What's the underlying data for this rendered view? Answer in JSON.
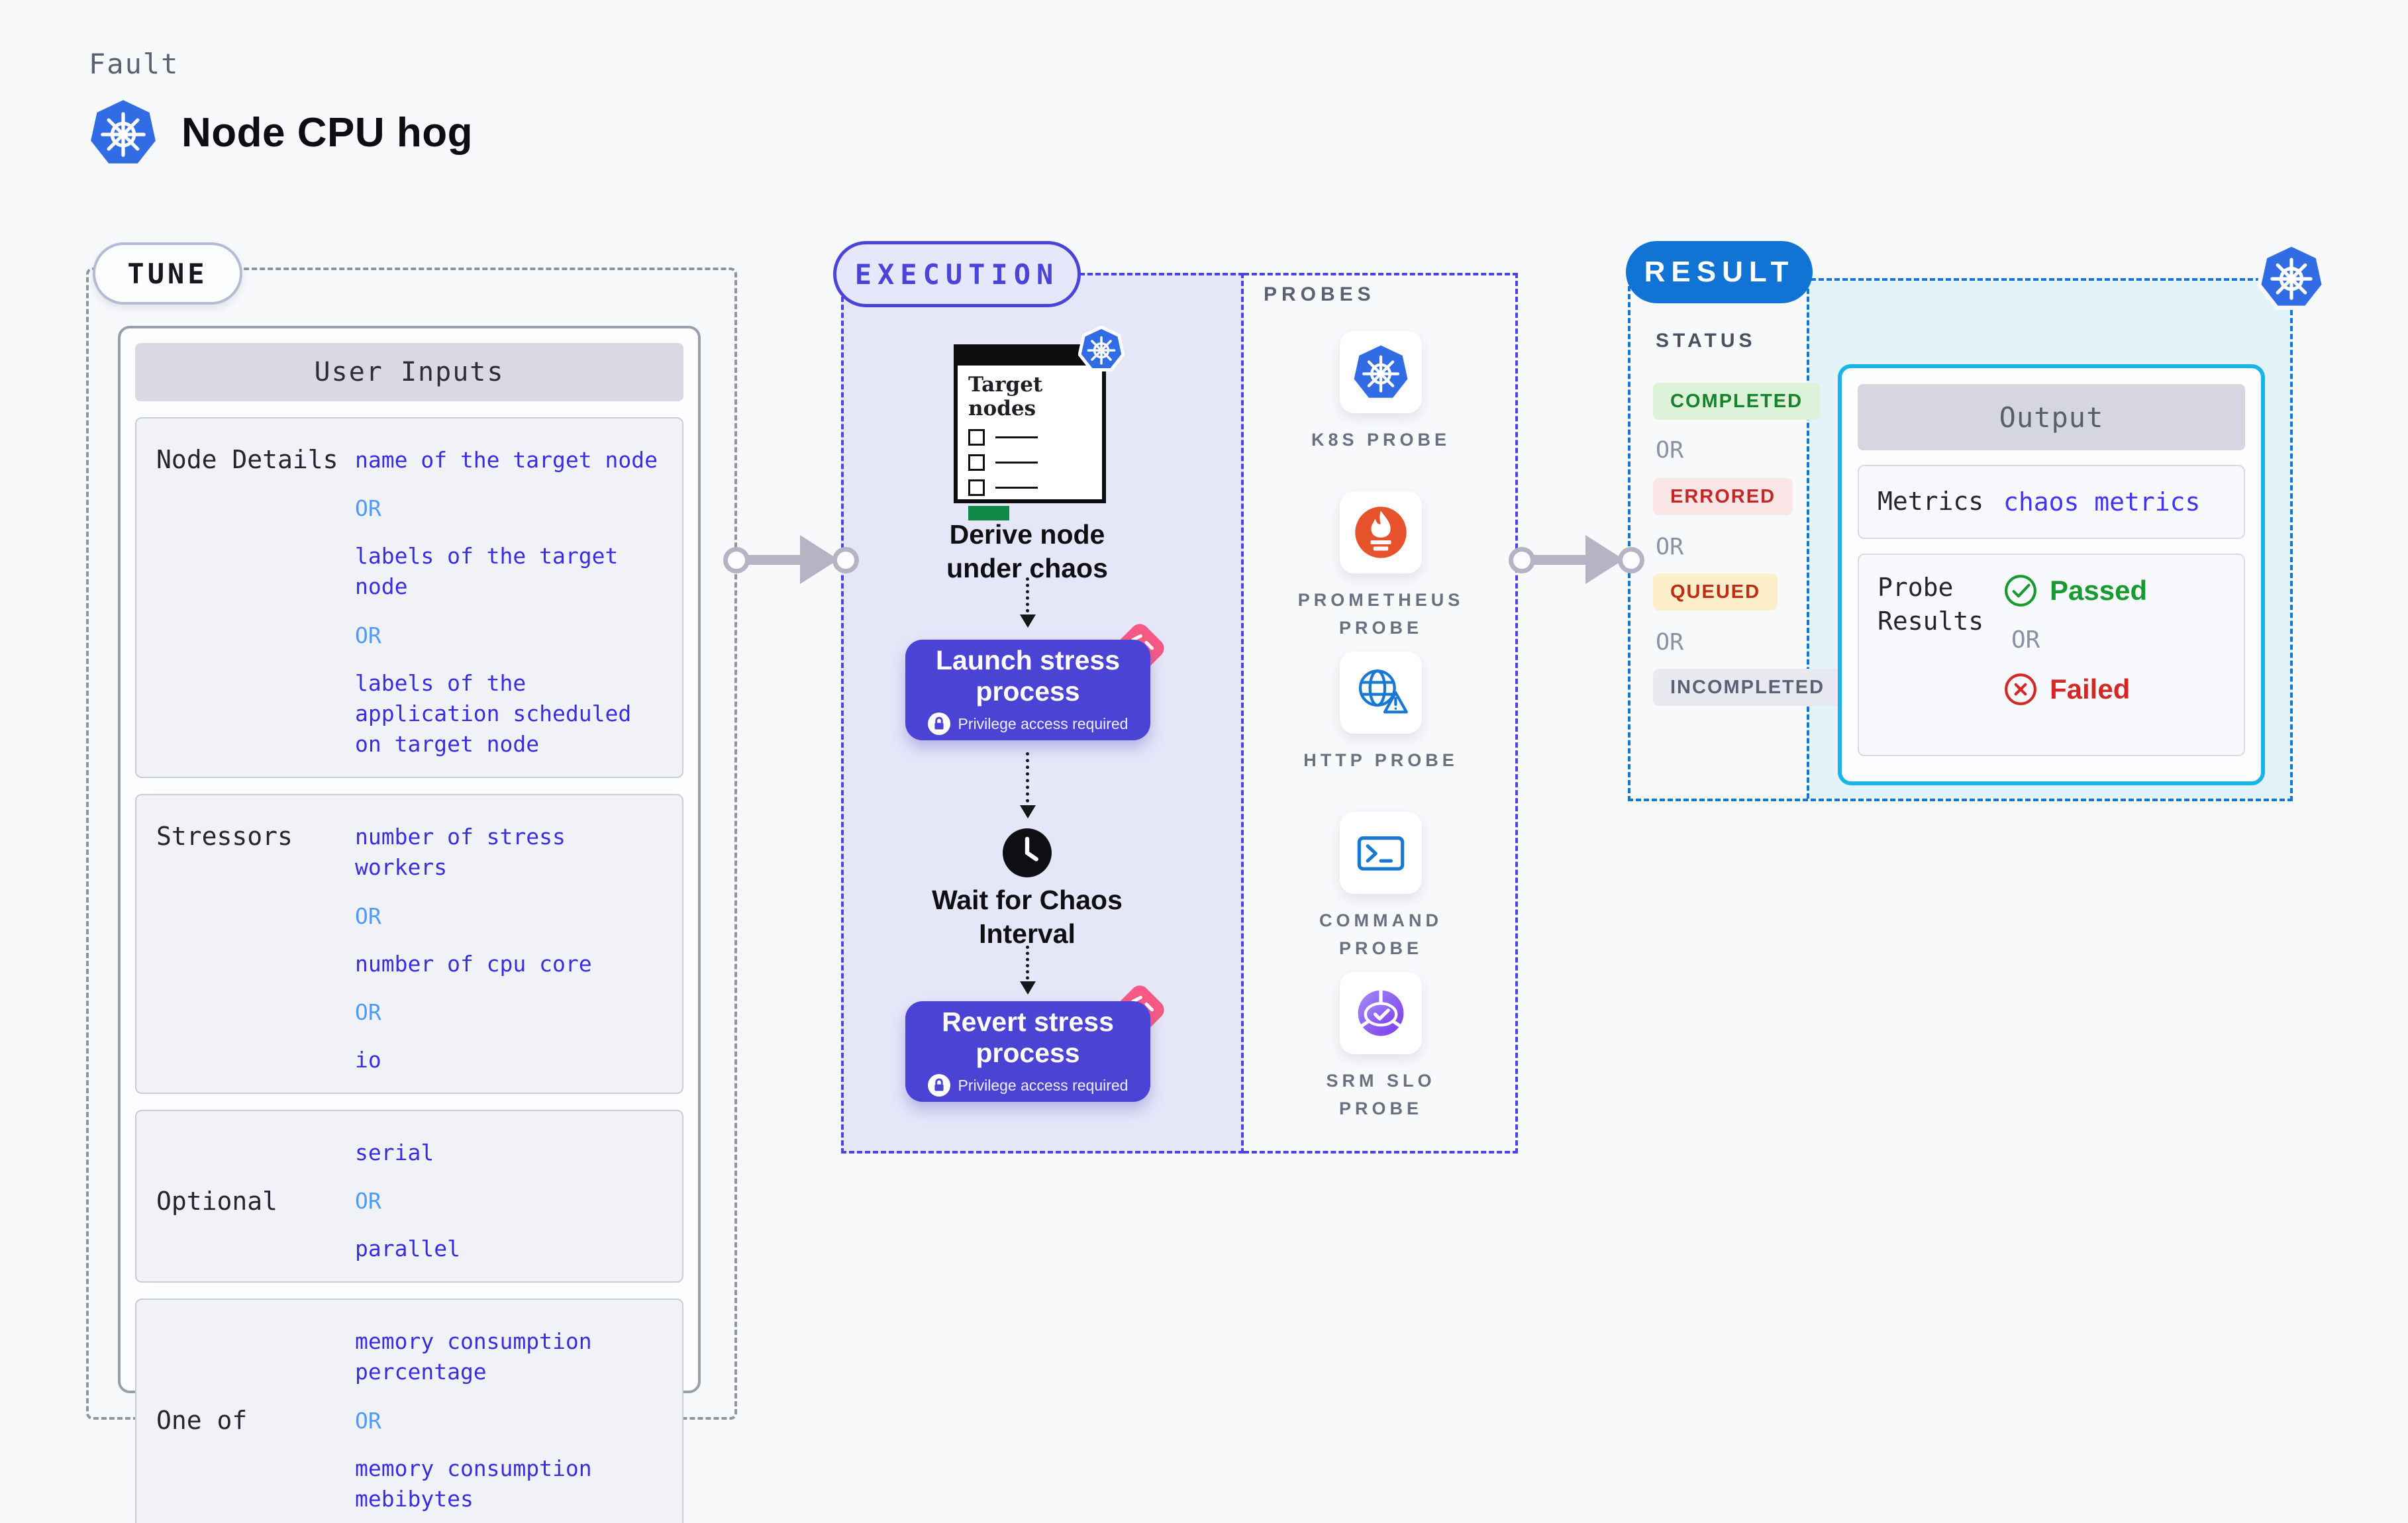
{
  "page": {
    "eyebrow": "Fault",
    "title": "Node CPU hog"
  },
  "tune": {
    "pill": "TUNE",
    "table_header": "User Inputs",
    "rows": [
      {
        "label": "Node Details",
        "values": [
          "name of the target node",
          "OR",
          "labels of the target node",
          "OR",
          "labels of the application scheduled on target node"
        ]
      },
      {
        "label": "Stressors",
        "values": [
          "number of stress workers",
          "OR",
          "number of cpu core",
          "OR",
          "io"
        ]
      },
      {
        "label": "Optional",
        "values": [
          "serial",
          "OR",
          "parallel"
        ]
      },
      {
        "label": "One of",
        "values": [
          "memory consumption percentage",
          "OR",
          "memory consumption mebibytes"
        ]
      }
    ]
  },
  "execution": {
    "pill": "EXECUTION",
    "window_title": "Target nodes",
    "derive_label": "Derive node under chaos",
    "launch_label": "Launch stress process",
    "wait_label": "Wait for Chaos Interval",
    "revert_label": "Revert stress process",
    "privilege_note": "Privilege access required"
  },
  "probes": {
    "title": "PROBES",
    "items": [
      {
        "label": "K8S PROBE",
        "icon": "kubernetes-icon"
      },
      {
        "label": "PROMETHEUS PROBE",
        "icon": "prometheus-icon"
      },
      {
        "label": "HTTP PROBE",
        "icon": "http-globe-icon"
      },
      {
        "label": "COMMAND PROBE",
        "icon": "terminal-icon"
      },
      {
        "label": "SRM SLO PROBE",
        "icon": "slo-donut-icon"
      }
    ]
  },
  "result": {
    "pill": "RESULT",
    "status_title": "STATUS",
    "or_label": "OR",
    "statuses": [
      {
        "label": "COMPLETED",
        "kind": "completed"
      },
      {
        "label": "ERRORED",
        "kind": "errored"
      },
      {
        "label": "QUEUED",
        "kind": "queued"
      },
      {
        "label": "INCOMPLETED",
        "kind": "incompleted"
      }
    ],
    "output": {
      "header": "Output",
      "metrics_label": "Metrics",
      "metrics_value": "chaos metrics",
      "probe_results_label": "Probe Results",
      "passed_label": "Passed",
      "failed_label": "Failed"
    }
  },
  "colors": {
    "accent_indigo": "#4b43d3",
    "accent_blue": "#1173d4",
    "value_blue": "#392de2",
    "or_blue": "#4f9cf6",
    "cyan_border": "#19b5e8",
    "pink_badge": "#f65a84",
    "success_green": "#189a30",
    "error_red": "#d52726",
    "prometheus_orange": "#e6522c",
    "kubernetes_blue": "#326ce5"
  }
}
